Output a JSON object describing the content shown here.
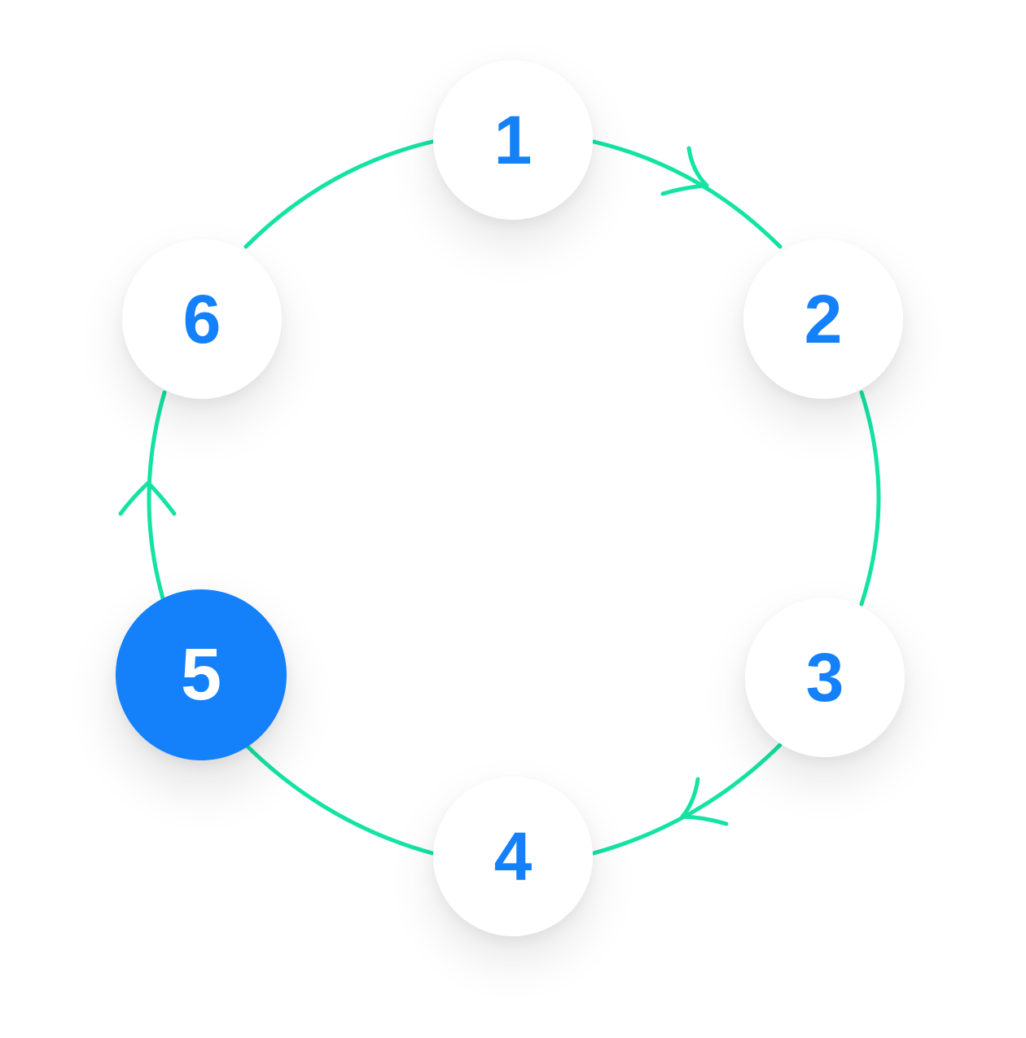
{
  "colors": {
    "ring": "#14e3a3",
    "node_fill": "#ffffff",
    "node_text": "#1480fa",
    "active_fill": "#1480fa",
    "active_text": "#ffffff"
  },
  "cycle": {
    "direction": "clockwise",
    "arrow_icons": [
      "arrow-right-chevron-icon",
      "arrow-left-chevron-icon",
      "arrow-up-chevron-icon"
    ],
    "active_step": "5",
    "steps": [
      {
        "label": "1",
        "state": "default"
      },
      {
        "label": "2",
        "state": "default"
      },
      {
        "label": "3",
        "state": "default"
      },
      {
        "label": "4",
        "state": "default"
      },
      {
        "label": "5",
        "state": "active"
      },
      {
        "label": "6",
        "state": "default"
      }
    ]
  }
}
